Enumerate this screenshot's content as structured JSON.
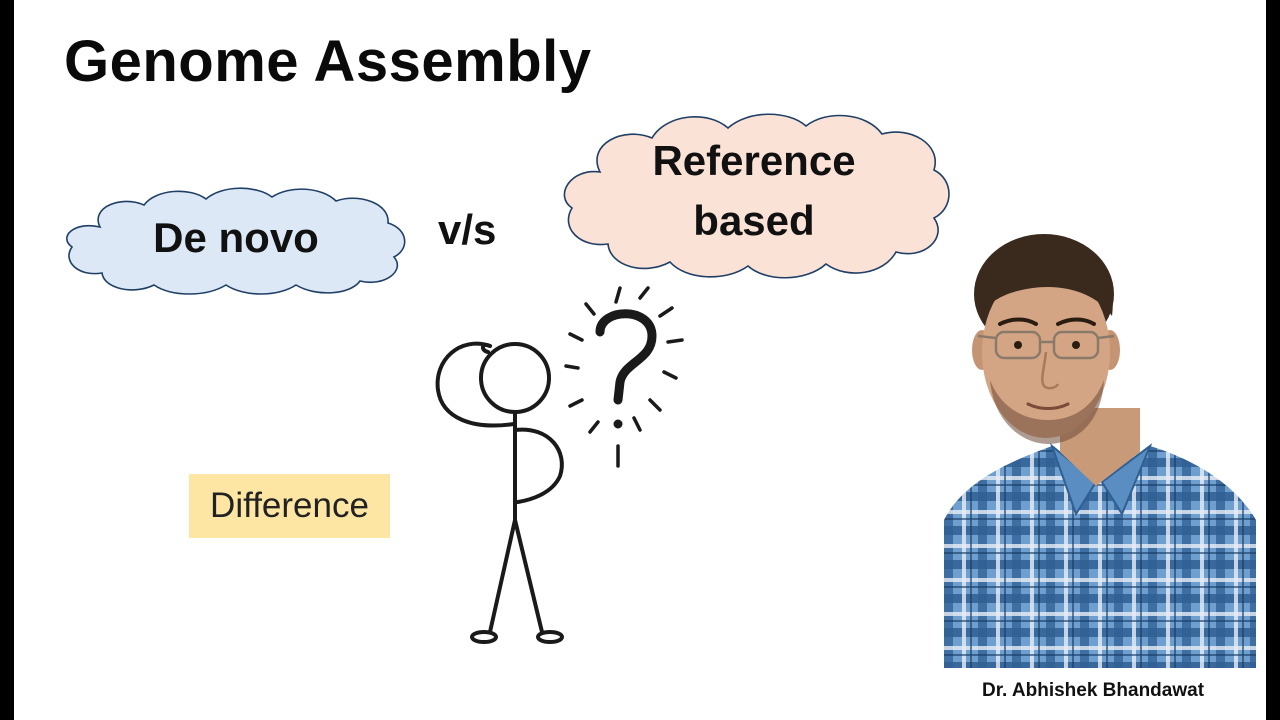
{
  "slide": {
    "title": "Genome Assembly",
    "cloud_left": {
      "label": "De novo",
      "fill_color": "#dce8f5"
    },
    "versus": "v/s",
    "cloud_right": {
      "line1": "Reference",
      "line2": "based",
      "fill_color": "#fbe2d6"
    },
    "highlight": {
      "label": "Difference",
      "color": "#fde6a4"
    },
    "figure_icon": "thinking-stick-figure-icon",
    "question_icon": "question-mark-icon",
    "presenter": {
      "photo_icon": "presenter-photo",
      "name": "Dr. Abhishek Bhandawat"
    }
  }
}
